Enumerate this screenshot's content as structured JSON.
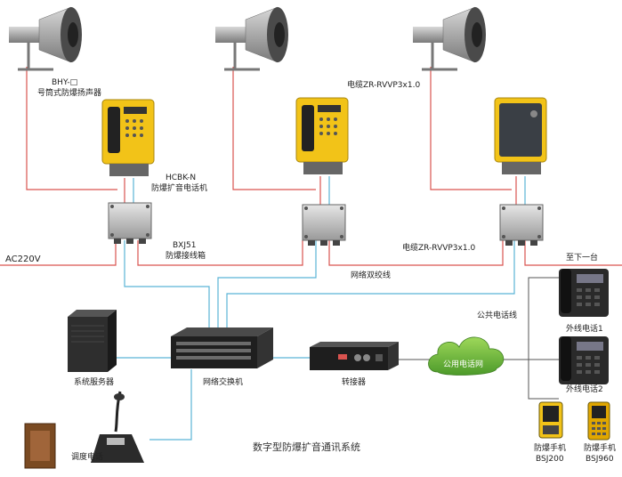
{
  "title": "数字型防爆扩音通讯系统",
  "labels": {
    "speaker_model": "BHY-□",
    "speaker_name": "号筒式防爆扬声器",
    "phone_model": "HCBK-N",
    "phone_name": "防爆扩音电话机",
    "jbox_model": "BXJ51",
    "jbox_name": "防爆接线箱",
    "cable_top": "电缆ZR-RVVP3x1.0",
    "cable_mid": "电缆ZR-RVVP3x1.0",
    "ac": "AC220V",
    "to_next": "至下一台",
    "twisted_pair": "网络双绞线",
    "public_line": "公共电话线",
    "server": "系统服务器",
    "switch": "网络交换机",
    "converter": "转接器",
    "cloud": "公用电话网",
    "dispatch": "调度电话",
    "ext_phone1": "外线电话1",
    "ext_phone2": "外线电话2",
    "handset1_name": "防爆手机",
    "handset1_model": "BSJ200",
    "handset2_name": "防爆手机",
    "handset2_model": "BSJ960"
  },
  "colors": {
    "power_line": "#d9534f",
    "network_line": "#5ab4d6",
    "cable_line": "#555555",
    "phone_yellow": "#f2c318",
    "cloud_green": "#7cc243",
    "equipment_dark": "#2a2a2a"
  }
}
